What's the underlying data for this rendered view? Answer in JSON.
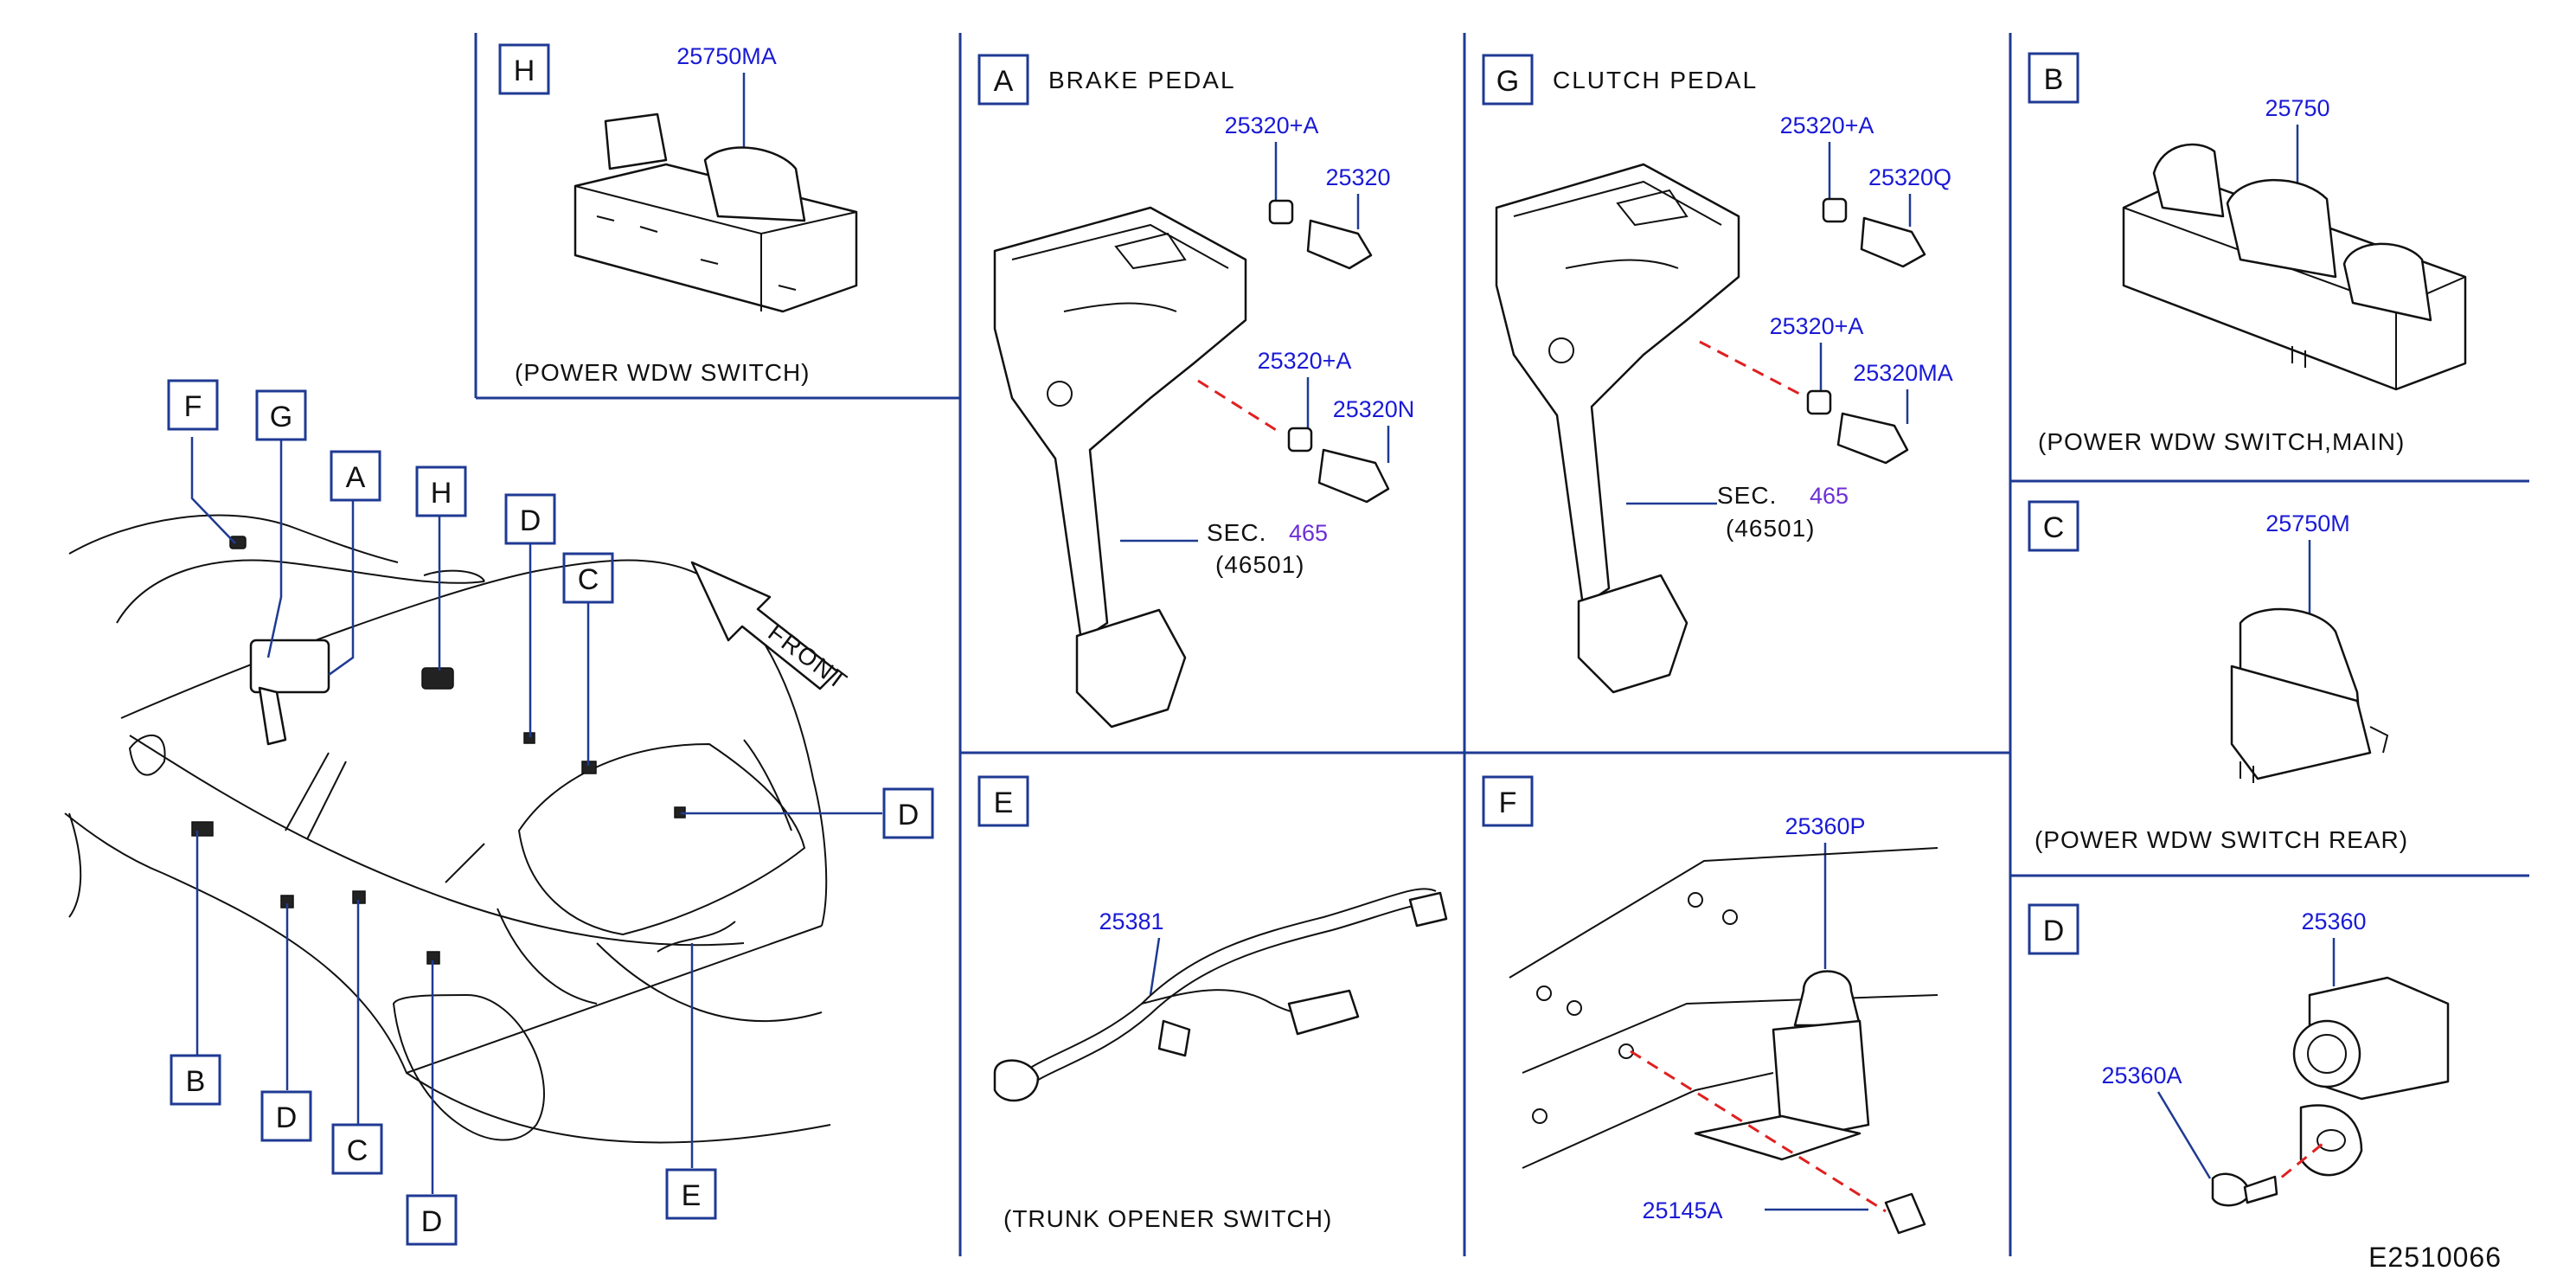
{
  "diagram_code": "E2510066",
  "car_view": {
    "front_label": "FRONT",
    "callouts": [
      "F",
      "G",
      "A",
      "H",
      "D",
      "C",
      "D",
      "B",
      "D",
      "C",
      "D",
      "E"
    ]
  },
  "panels": {
    "H": {
      "letter": "H",
      "title": "",
      "parts": [
        "25750MA"
      ],
      "caption": "(POWER WDW SWITCH)"
    },
    "A": {
      "letter": "A",
      "title": "BRAKE PEDAL",
      "parts": [
        "25320+A",
        "25320",
        "25320+A",
        "25320N"
      ],
      "sec_label": "SEC.",
      "sec_num": "465",
      "sec_ref": "(46501)"
    },
    "G": {
      "letter": "G",
      "title": "CLUTCH PEDAL",
      "parts": [
        "25320+A",
        "25320Q",
        "25320+A",
        "25320MA"
      ],
      "sec_label": "SEC.",
      "sec_num": "465",
      "sec_ref": "(46501)"
    },
    "B": {
      "letter": "B",
      "parts": [
        "25750"
      ],
      "caption": "(POWER WDW SWITCH,MAIN)"
    },
    "C": {
      "letter": "C",
      "parts": [
        "25750M"
      ],
      "caption": "(POWER WDW SWITCH REAR)"
    },
    "E": {
      "letter": "E",
      "parts": [
        "25381"
      ],
      "caption": "(TRUNK OPENER SWITCH)"
    },
    "F": {
      "letter": "F",
      "parts": [
        "25360P",
        "25145A"
      ]
    },
    "D": {
      "letter": "D",
      "parts": [
        "25360",
        "25360A"
      ]
    }
  },
  "colors": {
    "frame": "#1f3a93",
    "part_number": "#1a1ad6",
    "section": "#6b2fd6",
    "dash_line": "#e02020"
  }
}
